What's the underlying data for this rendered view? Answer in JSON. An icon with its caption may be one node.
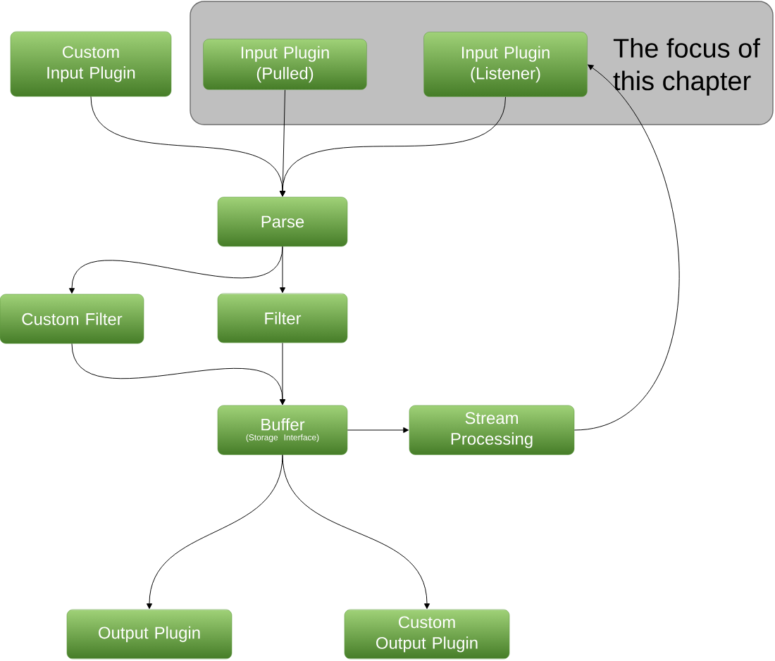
{
  "diagram": {
    "nodes": [
      {
        "text": [
          "Custom Input Plugin"
        ]
      },
      {
        "text": [
          "The focus of this chapter"
        ]
      },
      {
        "text": [
          "Input Plugin (Pulled)"
        ],
        "in": 1
      },
      {
        "text": [
          "Input Plugin (Listener)"
        ],
        "in": 1
      },
      {
        "text": [
          "Parse"
        ]
      },
      {
        "text": [
          "Custom Filter"
        ]
      },
      {
        "text": [
          "Filter"
        ]
      },
      {
        "text": [
          "Buffer",
          "(Storage Interface)"
        ]
      },
      {
        "text": [
          "Stream Processing"
        ]
      },
      {
        "text": [
          "Output Plugin"
        ]
      },
      {
        "text": [
          "Custom Output Plugin"
        ]
      }
    ],
    "edges": [
      {
        "from": 0,
        "to": 4,
        "arrow": "to"
      },
      {
        "from": 2,
        "to": 4,
        "arrow": "to"
      },
      {
        "from": 3,
        "to": 4,
        "arrow": "to"
      },
      {
        "from": 4,
        "to": 5,
        "arrow": "to"
      },
      {
        "from": 4,
        "to": 6,
        "arrow": "to"
      },
      {
        "from": 5,
        "to": 7,
        "arrow": "to"
      },
      {
        "from": 6,
        "to": 7,
        "arrow": "to"
      },
      {
        "from": 7,
        "to": 8,
        "arrow": "to"
      },
      {
        "from": 8,
        "to": 3,
        "arrow": "to"
      },
      {
        "from": 7,
        "to": 9,
        "arrow": "to"
      },
      {
        "from": 7,
        "to": 10,
        "arrow": "to"
      }
    ]
  }
}
